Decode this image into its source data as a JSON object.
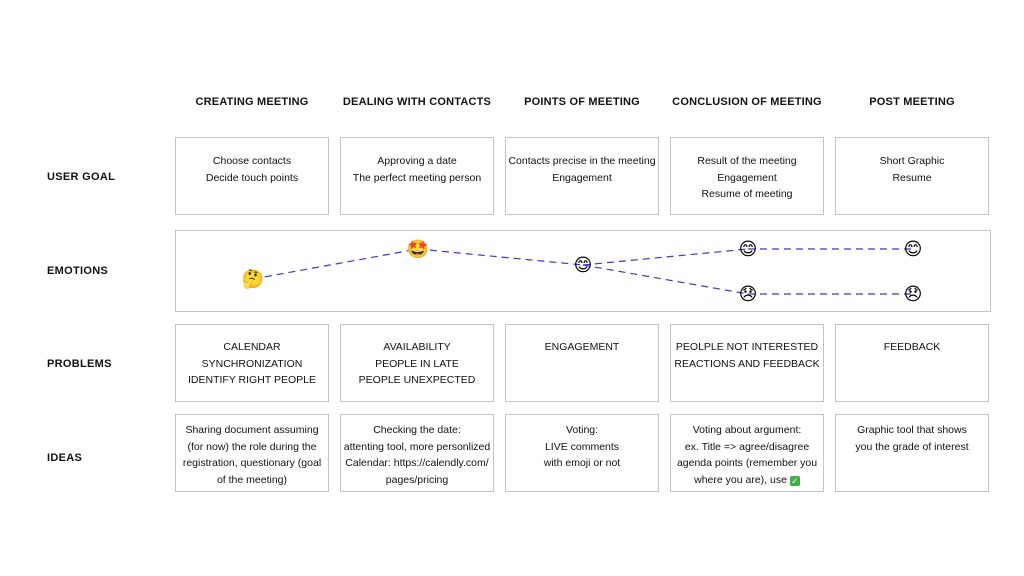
{
  "columns": [
    "CREATING MEETING",
    "DEALING WITH CONTACTS",
    "POINTS OF MEETING",
    "CONCLUSION OF MEETING",
    "POST MEETING"
  ],
  "rows": {
    "user_goal": "USER GOAL",
    "emotions": "EMOTIONS",
    "problems": "PROBLEMS",
    "ideas": "IDEAS"
  },
  "user_goal": [
    [
      "Choose contacts",
      "Decide touch points"
    ],
    [
      "Approving a date",
      "The perfect meeting person"
    ],
    [
      "Contacts precise in the meeting",
      "Engagement"
    ],
    [
      "Result of the meeting",
      "Engagement",
      "Resume of meeting"
    ],
    [
      "Short Graphic",
      "Resume"
    ]
  ],
  "problems": [
    [
      "CALENDAR",
      "SYNCHRONIZATION",
      "IDENTIFY RIGHT PEOPLE"
    ],
    [
      "AVAILABILITY",
      "PEOPLE IN LATE",
      "PEOPLE UNEXPECTED"
    ],
    [
      "ENGAGEMENT"
    ],
    [
      "PEOLPLE NOT INTERESTED",
      "REACTIONS AND FEEDBACK"
    ],
    [
      "FEEDBACK"
    ]
  ],
  "ideas": [
    [
      "Sharing document assuming",
      "(for now) the role during the",
      "registration, questionary (goal",
      "of the meeting)"
    ],
    [
      "Checking the date:",
      "attenting tool, more personlized",
      "Calendar: https://calendly.com/",
      "pages/pricing"
    ],
    [
      "Voting:",
      "LIVE comments",
      "with emoji or not"
    ],
    [
      "Voting about argument:",
      "ex. Title => agree/disagree",
      "agenda points (remember you",
      "where you are), use"
    ],
    [
      "Graphic tool that shows",
      "you the grade of interest"
    ]
  ],
  "emotions": {
    "line_color": "#3a3ac8",
    "faces": [
      {
        "name": "thinking-face-icon",
        "glyph": "🤔"
      },
      {
        "name": "star-struck-face-icon",
        "glyph": "🤩"
      },
      {
        "name": "smiling-face-icon",
        "glyph": "😊"
      },
      {
        "name": "smiling-face-icon",
        "glyph": "😊"
      },
      {
        "name": "smiling-face-icon",
        "glyph": "😊"
      },
      {
        "name": "disappointed-face-icon",
        "glyph": "😞"
      },
      {
        "name": "disappointed-face-icon",
        "glyph": "😞"
      }
    ]
  }
}
